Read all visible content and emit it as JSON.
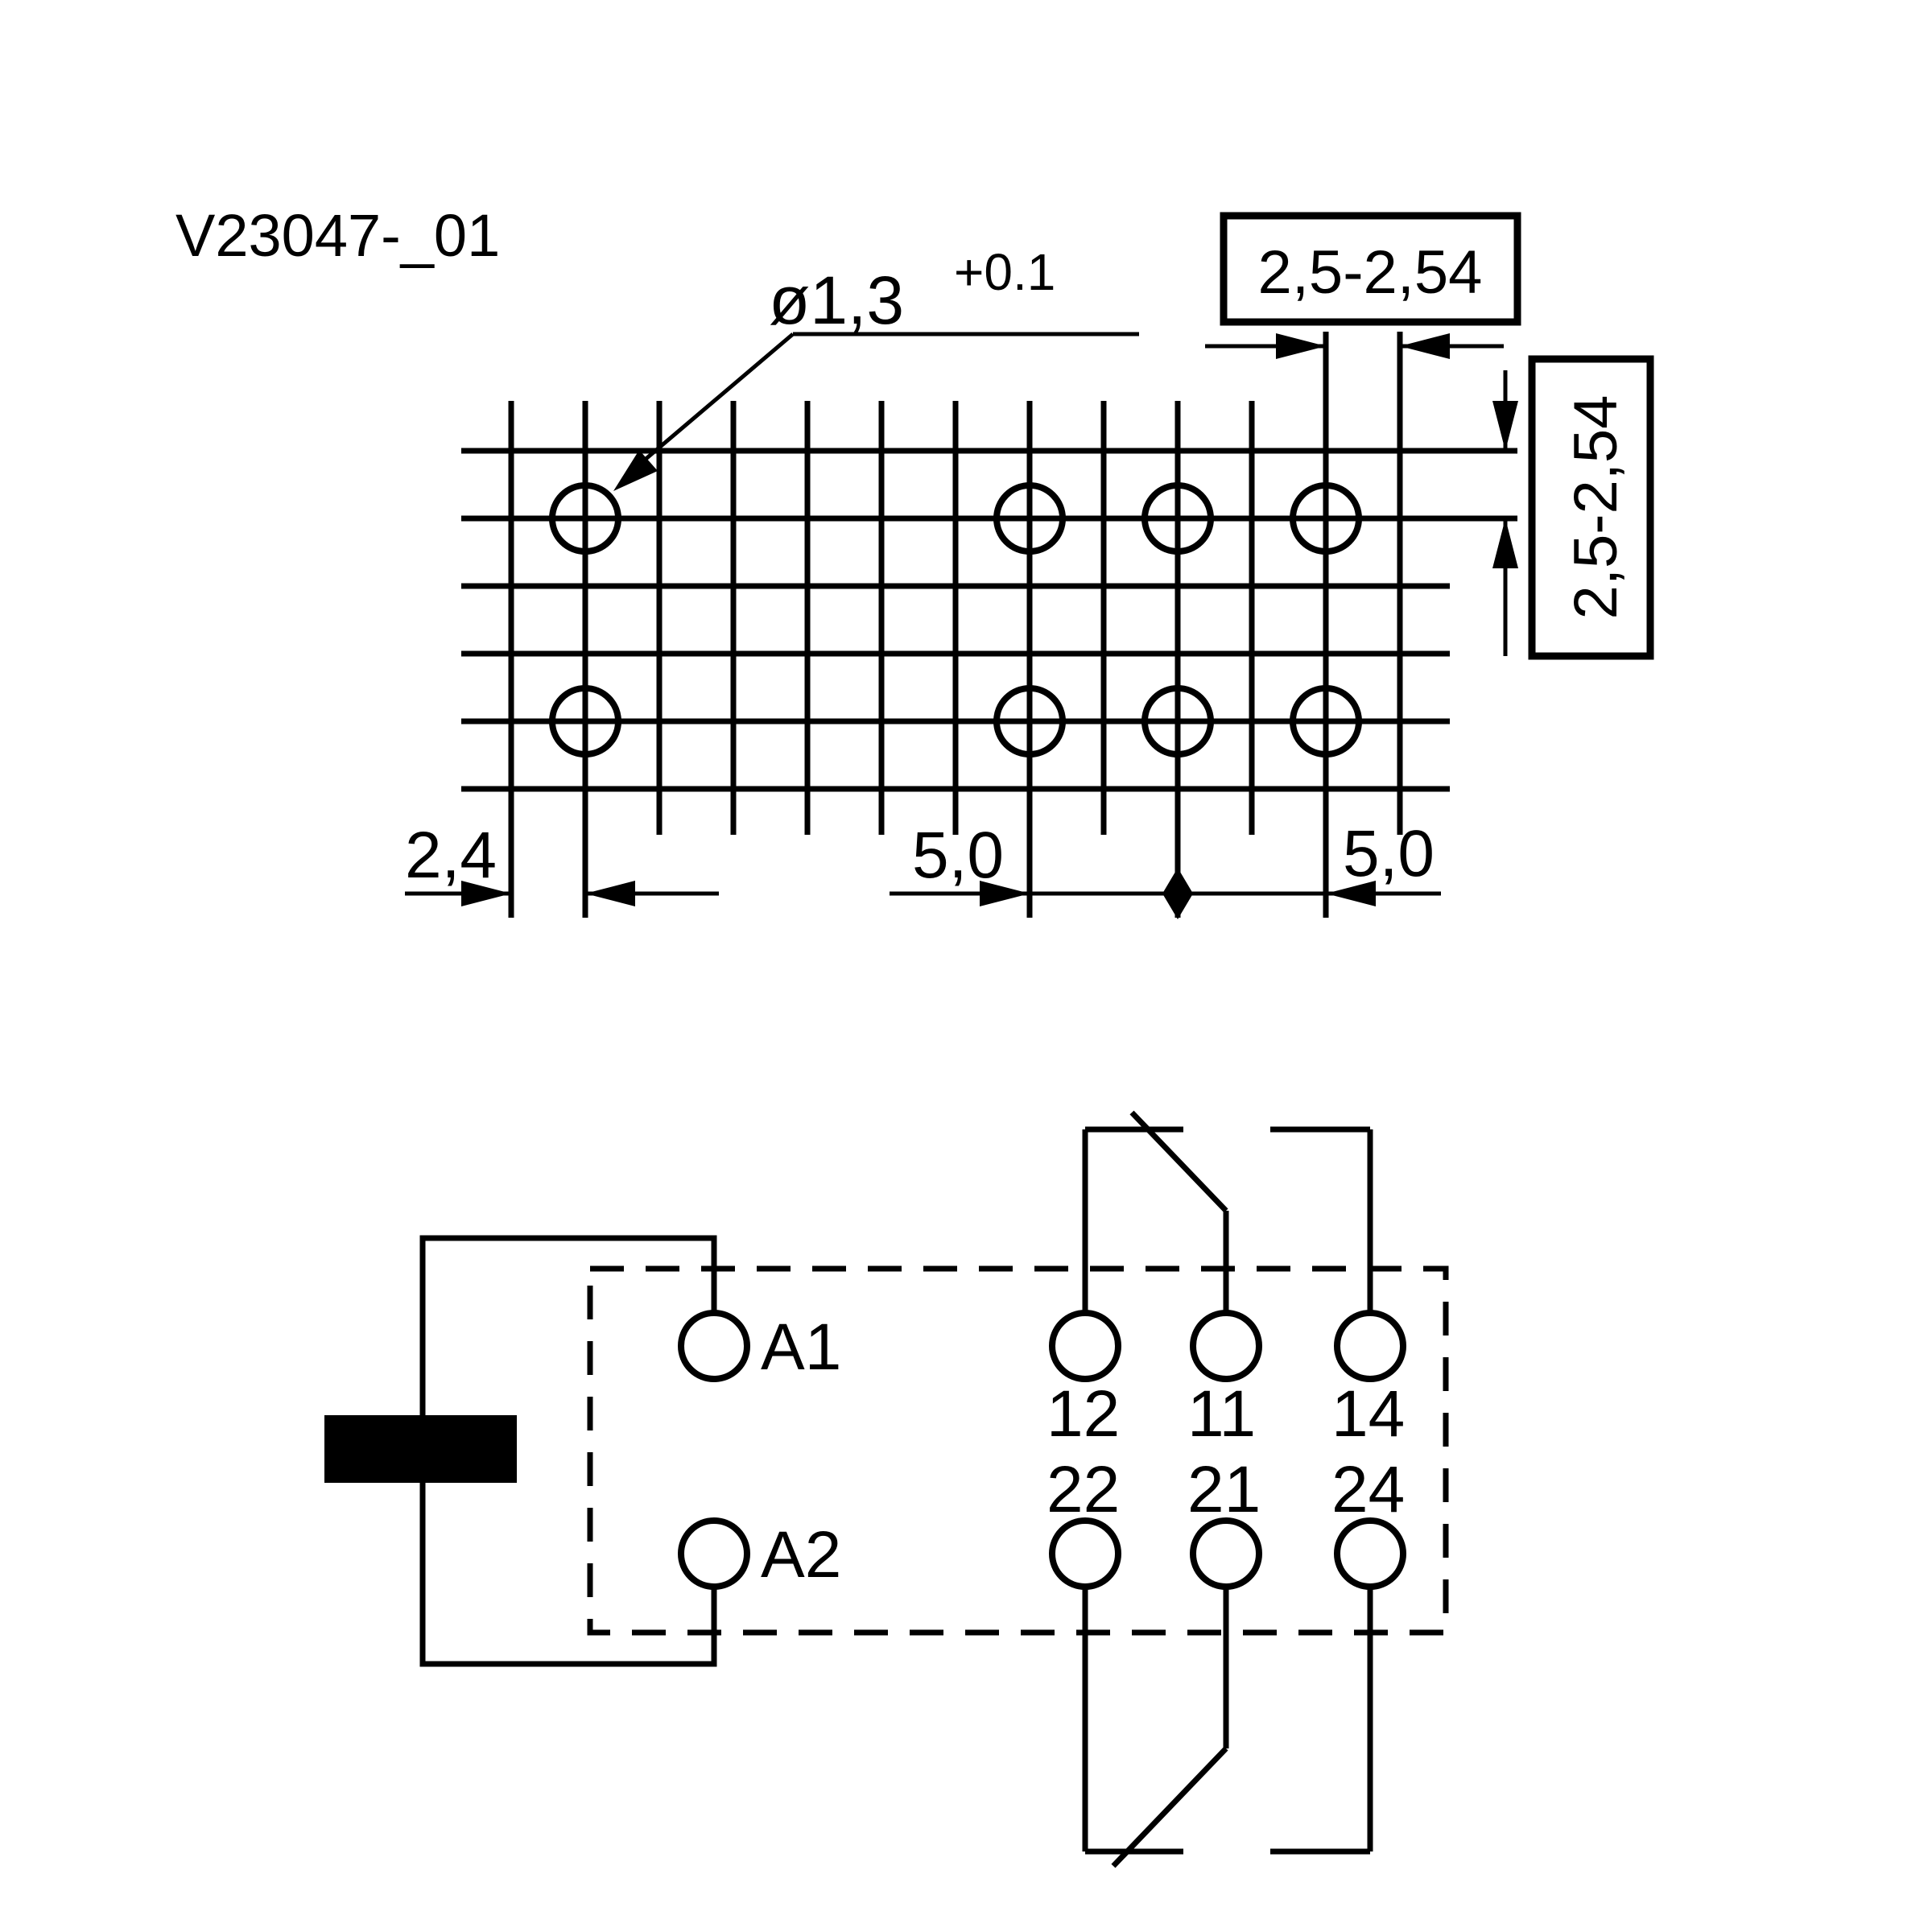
{
  "title": "V23047-_01",
  "colors": {
    "ink": "#000000",
    "paper": "#ffffff"
  },
  "pcb_layout": {
    "hole_diameter": "ø1,3",
    "hole_diameter_tolerance": "+0.1",
    "pitch_horizontal": "2,5-2,54",
    "pitch_vertical": "2,5-2,54",
    "edge_offset": "2,4",
    "span_left": "5,0",
    "span_right": "5,0"
  },
  "schematic": {
    "coil": {
      "a1": "A1",
      "a2": "A2"
    },
    "contacts": {
      "nc1": "12",
      "com1": "11",
      "no1": "14",
      "nc2": "22",
      "com2": "21",
      "no2": "24"
    }
  }
}
